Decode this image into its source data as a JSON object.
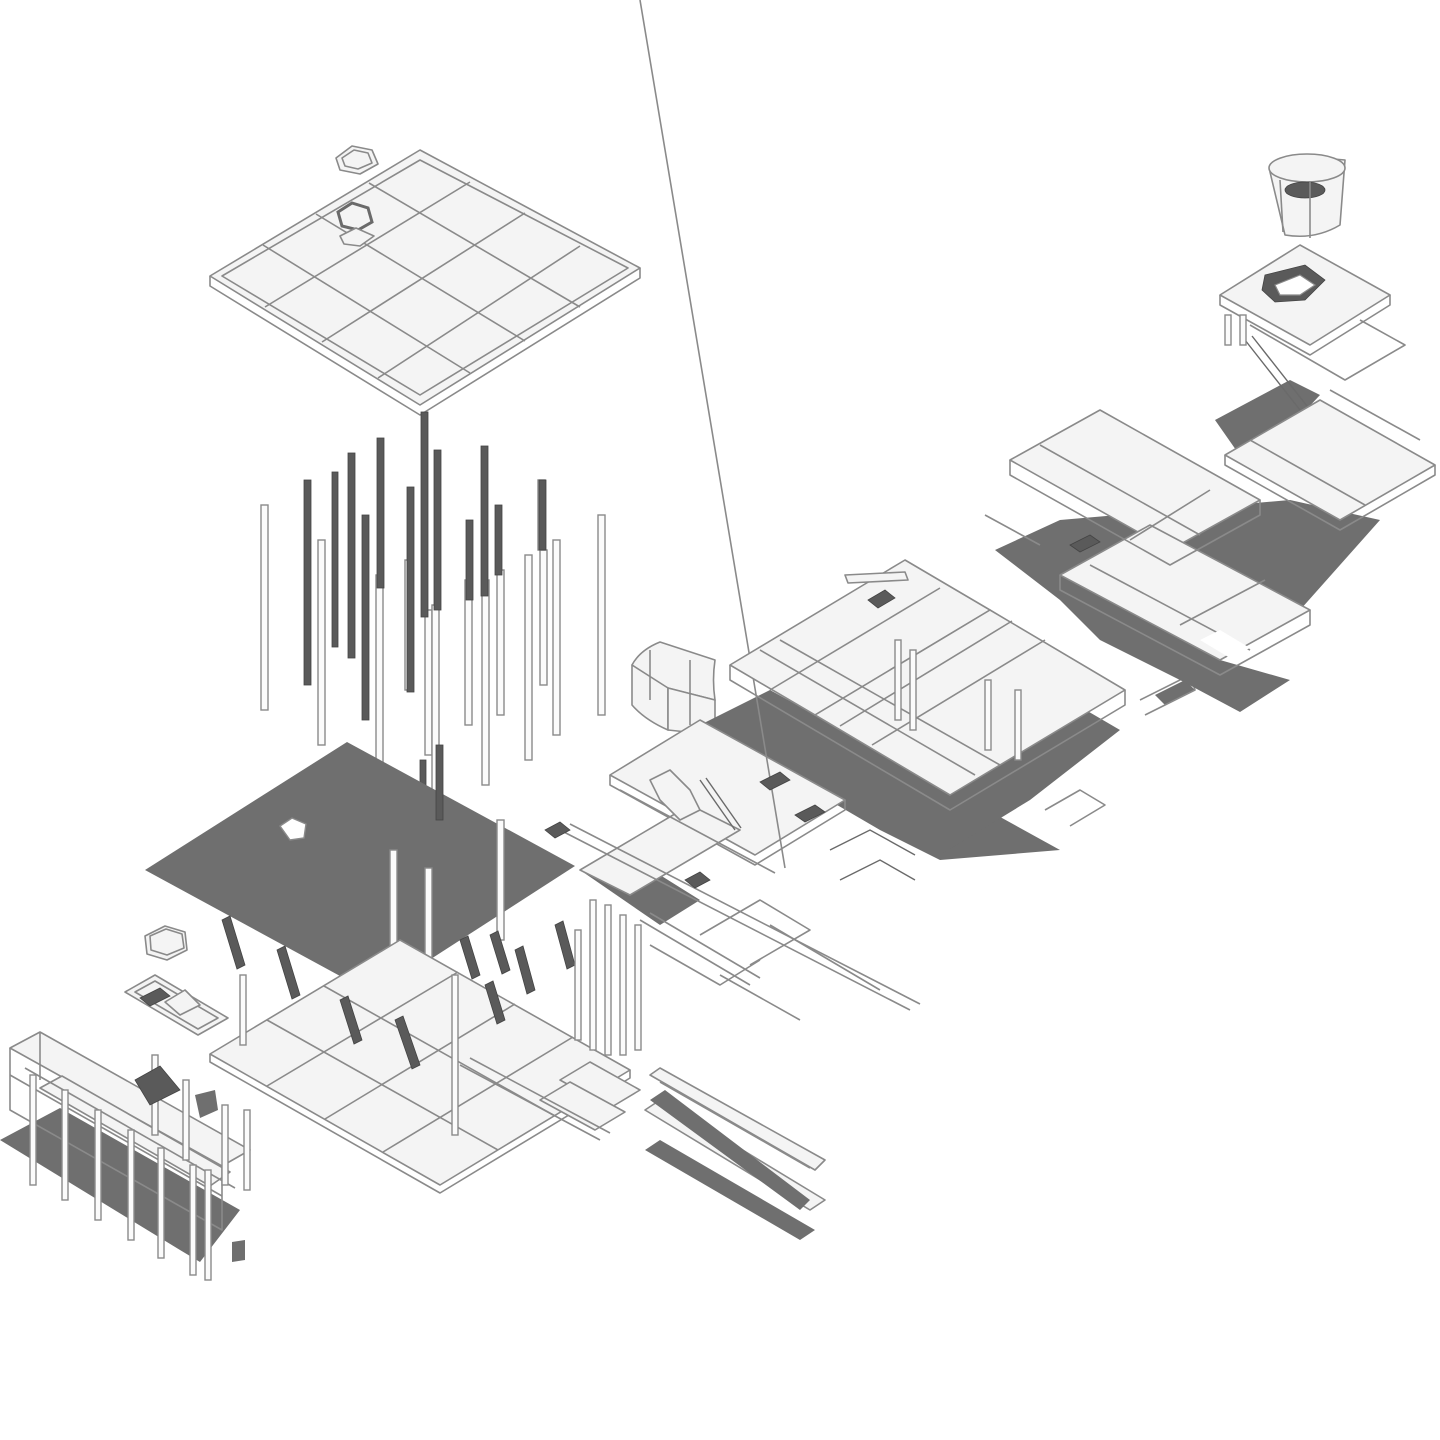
{
  "diagram": {
    "type": "exploded-axonometric",
    "colors": {
      "background": "#ffffff",
      "line": "#8a8a8a",
      "shadow": "#6f6f6f",
      "dark_member": "#5a5a5a",
      "floor": "#f3f3f3"
    },
    "components": [
      "roof-grid-frame",
      "roof-skylight-ring",
      "tall-columns",
      "dark-floor-slab",
      "ground-floor-frame",
      "left-wing-frame",
      "small-tower-cap",
      "curved-shell",
      "central-floor-frame",
      "upper-floor-frame",
      "right-wing-frame",
      "top-drum",
      "ramp-elements"
    ]
  }
}
